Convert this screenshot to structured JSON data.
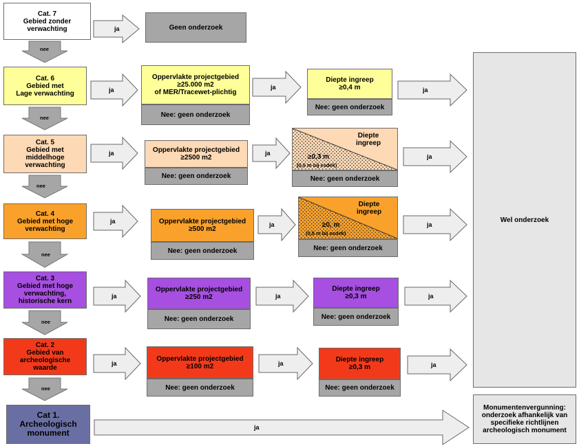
{
  "colors": {
    "cat7": "#ffffff",
    "cat6": "#ffff99",
    "cat5": "#fdd9b5",
    "cat4": "#f9a12b",
    "cat3": "#a64fe0",
    "cat2": "#f23a1b",
    "cat1": "#6a6fa3",
    "gray": "#a6a6a6",
    "arrow": "#eeeeee"
  },
  "cats": [
    {
      "id": "cat7",
      "title": "Cat. 7",
      "lines": [
        "Gebied zonder",
        "verwachting"
      ]
    },
    {
      "id": "cat6",
      "title": "Cat. 6",
      "lines": [
        "Gebied met",
        "Lage verwachting"
      ]
    },
    {
      "id": "cat5",
      "title": "Cat. 5",
      "lines": [
        "Gebied met",
        "middelhoge",
        "verwachting"
      ]
    },
    {
      "id": "cat4",
      "title": "Cat. 4",
      "lines": [
        "Gebied met hoge",
        "verwachting"
      ]
    },
    {
      "id": "cat3",
      "title": "Cat. 3",
      "lines": [
        "Gebied met hoge",
        "verwachting,",
        "historische kern"
      ]
    },
    {
      "id": "cat2",
      "title": "Cat. 2",
      "lines": [
        "Gebied van",
        "archeologische",
        "waarde"
      ]
    }
  ],
  "cat1": {
    "lines": [
      "Cat 1.",
      "Archeologisch",
      "monument"
    ]
  },
  "labels": {
    "ja": "ja",
    "nee": "nee"
  },
  "geen_onderzoek": "Geen onderzoek",
  "nee_geen": "Nee: geen onderzoek",
  "area": {
    "cat6": [
      "Oppervlakte projectgebied",
      "≥25.000 m2",
      "of MER/Tracewet-plichtig"
    ],
    "cat5": [
      "Oppervlakte projectgebied",
      "≥2500 m2"
    ],
    "cat4": [
      "Oppervlakte projectgebied",
      "≥500 m2"
    ],
    "cat3": [
      "Oppervlakte projectgebied",
      "≥250 m2"
    ],
    "cat2": [
      "Oppervlakte  projectgebied",
      "≥100 m2"
    ]
  },
  "depth": {
    "cat6": [
      "Diepte ingreep",
      "≥0,4 m"
    ],
    "cat5": {
      "title": [
        "Diepte",
        "ingreep"
      ],
      "val": "≥0,3 m",
      "note": "(0,5 m  bij esdek)"
    },
    "cat4": {
      "title": [
        "Diepte",
        "ingreep"
      ],
      "val": "≥0, m",
      "note": "(0,5 m  bij esdek)"
    },
    "cat3": [
      "Diepte ingreep",
      "≥0,3 m"
    ],
    "cat2": [
      "Diepte ingreep",
      "≥0,3 m"
    ]
  },
  "wel_onderzoek": "Wel onderzoek",
  "monument": [
    "Monumentenvergunning:",
    "onderzoek afhankelijk van",
    "specifieke richtlijnen",
    "archeologisch monument"
  ]
}
